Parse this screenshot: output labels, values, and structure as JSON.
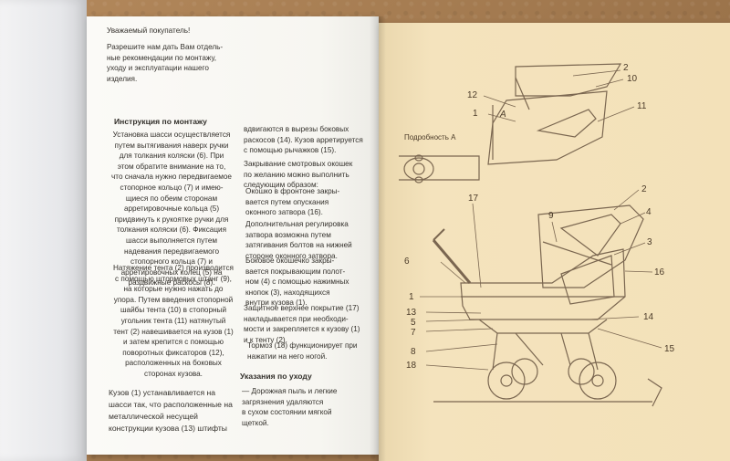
{
  "left_page": {
    "greeting": "Уважаемый покупатель!",
    "intro": "Разрешите нам дать Вам отдель-\nные рекомендации по монтажу,\nуходу и эксплуатации нашего\nизделия.",
    "install_heading": "Инструкция по монтажу",
    "install_col1_p1": "Установка шасси осуществляется\nпутем вытягивания наверх ручки\nдля толкания коляски (6). При\nэтом обратите внимание на то,\nчто сначала нужно передвигаемое\nстопорное кольцо (7) и имею-\nщиеся по обеим сторонам\nарретировочные кольца (5)\nпридвинуть к рукоятке ручки для\nтолкания коляски (6). Фиксация\nшасси выполняется путем\nнадевания передвигаемого\nстопорного кольца (7) и\nарретировочных колец (5) на\nраздвижные раскосы (8).",
    "install_col1_p2": "Натяжение тента (2) производится\nс помощью штормовых штанг (9),\nна которые нужно нажать до\nупора. Путем введения стопорной\nшайбы тента (10) в стопорный\nугольник тента (11) натянутый\nтент (2) навешивается на кузов (1)\nи затем крепится с помощью\nповоротных фиксаторов (12),\nрасположенных на боковых\nсторонах кузова.",
    "install_col1_p3": "Кузов (1) устанавливается на\nшасси так, что расположенные на\nметаллической несущей\nконструкции кузова (13) штифты",
    "col2_p1": "вдвигаются в вырезы боковых\nраскосов (14). Кузов арретируется\nс помощью рычажков (15).",
    "col2_p2": "Закрывание смотровых окошек\nпо желанию можно выполнить\nследующим образом:",
    "col2_p3": "Окошко в фронтоне закры-\nвается путем опускания\nоконного затвора (16).",
    "col2_p4": "Дополнительная регулировка\nзатвора возможна путем\nзатягивания болтов на нижней\nстороне оконного затвора.",
    "col2_p5": "Боковое окошечко закры-\nвается покрывающим полот-\nном (4) с помощью нажимных\nкнопок (3), находящихся\nвнутри кузова (1).",
    "col2_p6": "Защитное верхнее покрытие (17)\nнакладывается при необходи-\nмости и закрепляется к кузову (1)\nи к тенту (2).",
    "col2_p7": "Тормоз (18) функционирует при\nнажатии на него ногой.",
    "care_heading": "Указания по уходу",
    "care_text": "—  Дорожная пыль и легкие\n    загрязнения удаляются\n    в сухом состоянии мягкой\n    щеткой."
  },
  "right_page": {
    "detail_label": "Подробность А",
    "detail_letter": "А",
    "callouts_top": [
      "2",
      "10",
      "12",
      "1",
      "11"
    ],
    "callouts_main": [
      "17",
      "9",
      "2",
      "4",
      "3",
      "6",
      "16",
      "1",
      "13",
      "5",
      "7",
      "14",
      "8",
      "15",
      "18"
    ],
    "line_color": "#7a6650",
    "number_color": "#4a3a28"
  }
}
